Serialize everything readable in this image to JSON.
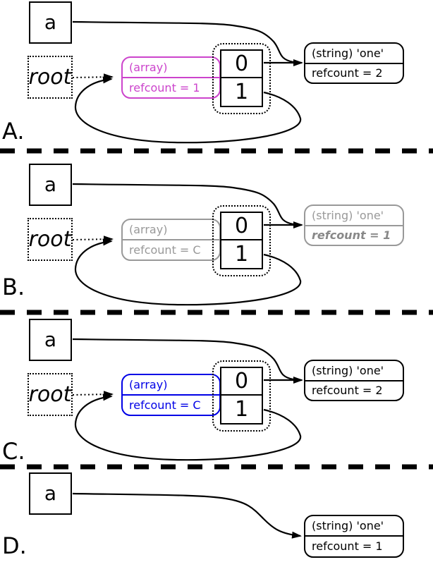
{
  "colors": {
    "array_panel_a": "#cc44cc",
    "array_panel_b": "#999999",
    "array_panel_c": "#0000e6",
    "faded_text": "#999999",
    "faded_refcount_text": "#888888",
    "line": "#000000",
    "background": "#ffffff"
  },
  "panels": [
    {
      "label": "A.",
      "variable": "a",
      "root": "root",
      "array": {
        "type_text": "(array)",
        "refcount_text": "refcount = 1"
      },
      "table": {
        "cell0": "0",
        "cell1": "1"
      },
      "string": {
        "type_text": "(string) 'one'",
        "refcount_text": "refcount = 2"
      }
    },
    {
      "label": "B.",
      "variable": "a",
      "root": "root",
      "array": {
        "type_text": "(array)",
        "refcount_text": "refcount = C"
      },
      "table": {
        "cell0": "0",
        "cell1": "1"
      },
      "string": {
        "type_text": "(string) 'one'",
        "refcount_text": "refcount = 1"
      }
    },
    {
      "label": "C.",
      "variable": "a",
      "root": "root",
      "array": {
        "type_text": "(array)",
        "refcount_text": "refcount = C"
      },
      "table": {
        "cell0": "0",
        "cell1": "1"
      },
      "string": {
        "type_text": "(string) 'one'",
        "refcount_text": "refcount = 2"
      }
    },
    {
      "label": "D.",
      "variable": "a",
      "string": {
        "type_text": "(string) 'one'",
        "refcount_text": "refcount = 1"
      }
    }
  ]
}
